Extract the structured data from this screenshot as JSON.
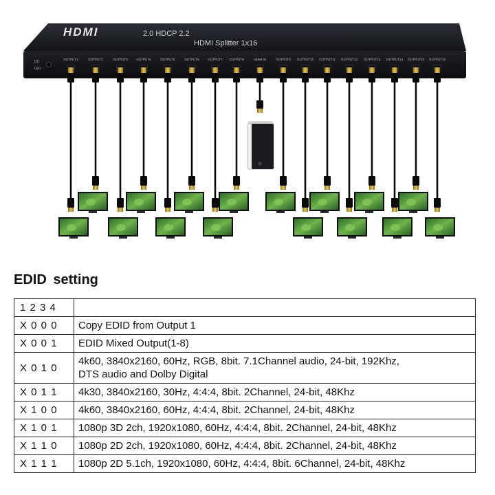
{
  "device": {
    "logo": "HDMI",
    "spec": "2.0 HDCP 2.2",
    "model": "HDMI Splitter 1x16",
    "dc_label": "DC",
    "led_label": "LED",
    "input_label": "HDMI IN",
    "output_labels": [
      "OUTPUT1",
      "OUTPUT2",
      "OUTPUT3",
      "OUTPUT4",
      "OUTPUT5",
      "OUTPUT6",
      "OUTPUT7",
      "OUTPUT8",
      "OUTPUT9",
      "OUTPUT10",
      "OUTPUT11",
      "OUTPUT12",
      "OUTPUT13",
      "OUTPUT14",
      "OUTPUT15",
      "OUTPUT16"
    ]
  },
  "colors": {
    "device_body": "#1c1f24",
    "cable": "#111111",
    "connector": "#c9a227",
    "screen_green": "#4f9a3a",
    "text": "#111111"
  },
  "edid": {
    "title": "EDID  setting",
    "header": {
      "code": "1 2 3 4",
      "desc": ""
    },
    "rows": [
      {
        "code": "X 0 0 0",
        "desc": "Copy EDID from Output 1"
      },
      {
        "code": "X 0 0 1",
        "desc": "EDID Mixed Output(1-8)"
      },
      {
        "code": "X 0 1 0",
        "desc": "4k60, 3840x2160, 60Hz, RGB, 8bit. 7.1Channel audio, 24-bit, 192Khz,",
        "desc2": "DTS audio and Dolby Digital"
      },
      {
        "code": "X 0 1 1",
        "desc": "4k30, 3840x2160, 30Hz, 4:4:4, 8bit. 2Channel, 24-bit, 48Khz"
      },
      {
        "code": "X 1 0 0",
        "desc": "4k60, 3840x2160, 60Hz, 4:4:4, 8bit. 2Channel, 24-bit, 48Khz"
      },
      {
        "code": "X 1 0 1",
        "desc": "1080p 3D 2ch, 1920x1080, 60Hz, 4:4:4, 8bit. 2Channel, 24-bit, 48Khz"
      },
      {
        "code": "X 1 1 0",
        "desc": "1080p 2D 2ch, 1920x1080, 60Hz, 4:4:4, 8bit. 2Channel, 24-bit, 48Khz"
      },
      {
        "code": "X 1 1 1",
        "desc": "1080p 2D 5.1ch, 1920x1080, 60Hz, 4:4:4, 8bit. 6Channel, 24-bit, 48Khz"
      }
    ]
  }
}
